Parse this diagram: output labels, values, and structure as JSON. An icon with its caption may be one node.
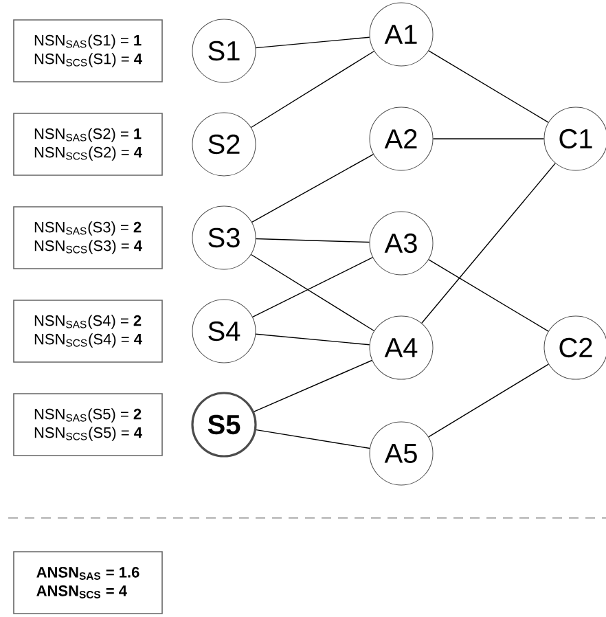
{
  "diagram": {
    "nodes": [
      {
        "text": [
          "NSN$_{SAS}$(S1) = **1**",
          "NSN$_{SCS}$(S1) = **4**"
        ]
      },
      {
        "text": [
          "NSN$_{SAS}$(S2) = **1**",
          "NSN$_{SCS}$(S2) = **4**"
        ]
      },
      {
        "text": [
          "NSN$_{SAS}$(S3) = **2**",
          "NSN$_{SCS}$(S3) = **4**"
        ]
      },
      {
        "text": [
          "NSN$_{SAS}$(S4) = **2**",
          "NSN$_{SCS}$(S4) = **4**"
        ]
      },
      {
        "text": [
          "NSN$_{SAS}$(S5) = **2**",
          "NSN$_{SCS}$(S5) = **4**"
        ]
      },
      {
        "text": [
          "S1"
        ]
      },
      {
        "text": [
          "S2"
        ]
      },
      {
        "text": [
          "S3"
        ]
      },
      {
        "text": [
          "S4"
        ]
      },
      {
        "text": [
          "S5"
        ]
      },
      {
        "text": [
          "A1"
        ]
      },
      {
        "text": [
          "A2"
        ]
      },
      {
        "text": [
          "A3"
        ]
      },
      {
        "text": [
          "A4"
        ]
      },
      {
        "text": [
          "A5"
        ]
      },
      {
        "text": [
          "C1"
        ]
      },
      {
        "text": [
          "C2"
        ]
      },
      {
        "text": [
          "ANSN$_{SAS}$ = 1.6",
          "ANSN$_{SCS}$ = 4"
        ]
      }
    ],
    "edges": [
      {
        "from": 5,
        "to": 10,
        "arrow": "none"
      },
      {
        "from": 6,
        "to": 10,
        "arrow": "none"
      },
      {
        "from": 7,
        "to": 11,
        "arrow": "none"
      },
      {
        "from": 7,
        "to": 12,
        "arrow": "none"
      },
      {
        "from": 7,
        "to": 13,
        "arrow": "none"
      },
      {
        "from": 8,
        "to": 12,
        "arrow": "none"
      },
      {
        "from": 8,
        "to": 13,
        "arrow": "none"
      },
      {
        "from": 9,
        "to": 13,
        "arrow": "none"
      },
      {
        "from": 9,
        "to": 14,
        "arrow": "none"
      },
      {
        "from": 10,
        "to": 15,
        "arrow": "none"
      },
      {
        "from": 11,
        "to": 15,
        "arrow": "none"
      },
      {
        "from": 13,
        "to": 15,
        "arrow": "none"
      },
      {
        "from": 12,
        "to": 16,
        "arrow": "none"
      },
      {
        "from": 14,
        "to": 16,
        "arrow": "none"
      }
    ]
  }
}
